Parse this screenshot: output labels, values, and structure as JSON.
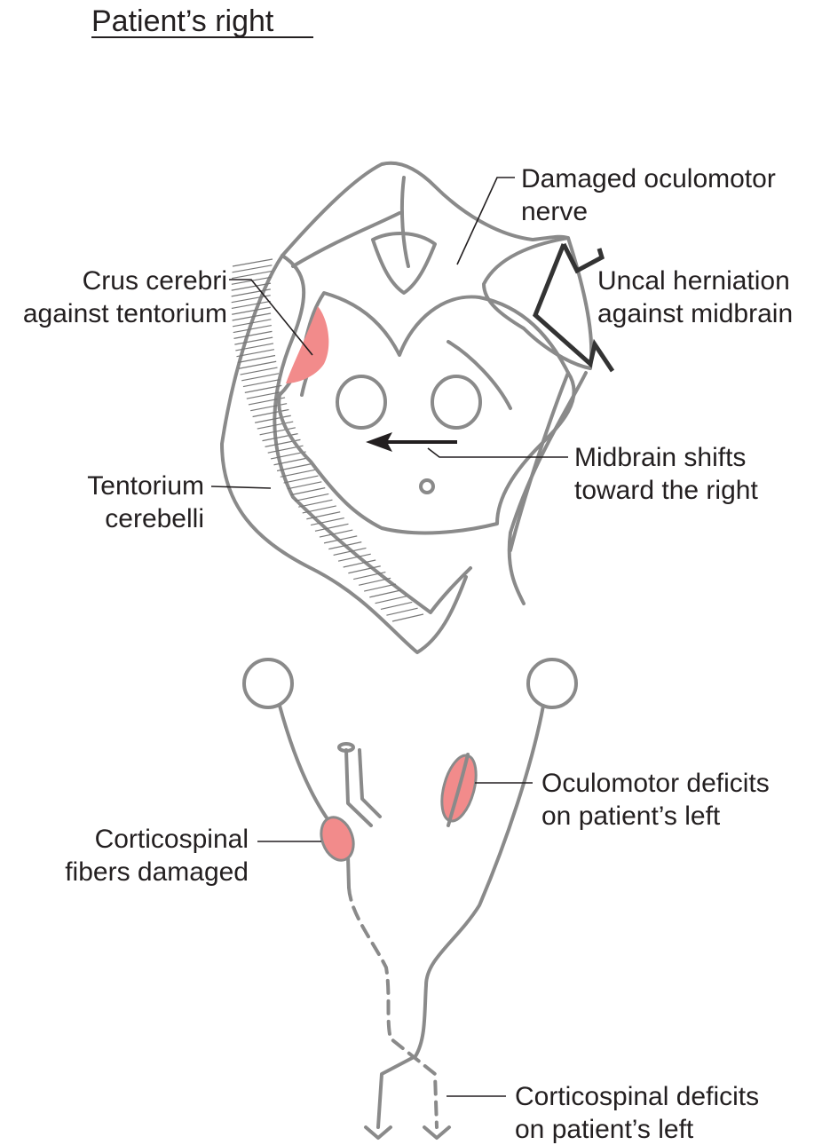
{
  "title": "Patient’s right",
  "labels": {
    "damaged_oculomotor": [
      "Damaged oculomotor",
      "nerve"
    ],
    "uncal_herniation": [
      "Uncal herniation",
      "against midbrain"
    ],
    "crus_cerebri": [
      "Crus cerebri",
      "against tentorium"
    ],
    "midbrain_shift": [
      "Midbrain shifts",
      "toward the right"
    ],
    "tentorium": [
      "Tentorium",
      "cerebelli"
    ],
    "oculomotor_deficits": [
      "Oculomotor deficits",
      "on patient’s left"
    ],
    "corticospinal_damaged": [
      "Corticospinal",
      "fibers damaged"
    ],
    "corticospinal_deficits": [
      "Corticospinal deficits",
      "on patient’s left"
    ]
  },
  "colors": {
    "lesion": "#f28b8b",
    "outline": "#8a8a8a",
    "text": "#231f20"
  }
}
